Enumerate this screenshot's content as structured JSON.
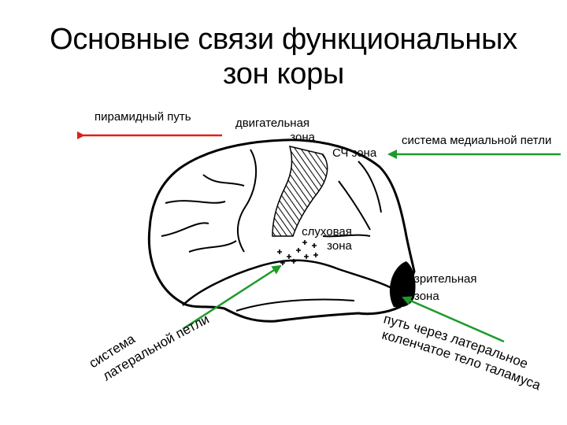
{
  "title_line1": "Основные связи функциональных",
  "title_line2": "зон коры",
  "labels": {
    "pyramidal_path": "пирамидный путь",
    "motor_zone_line1": "двигательная",
    "motor_zone_line2": "зона",
    "medial_loop_system": "система медиальной петли",
    "sensory_zone": "СЧ зона",
    "auditory_zone_line1": "слуховая",
    "auditory_zone_line2": "зона",
    "visual_zone_line1": "зрительная",
    "visual_zone_line2": "зона",
    "lateral_loop_line1": "система",
    "lateral_loop_line2": "латеральной петли",
    "visual_path_line1": "путь через латеральное",
    "visual_path_line2": "коленчатое тело таламуса"
  },
  "colors": {
    "efferent_arrow": "#e0201b",
    "afferent_arrow": "#1e9a2a",
    "outline": "#000000"
  }
}
